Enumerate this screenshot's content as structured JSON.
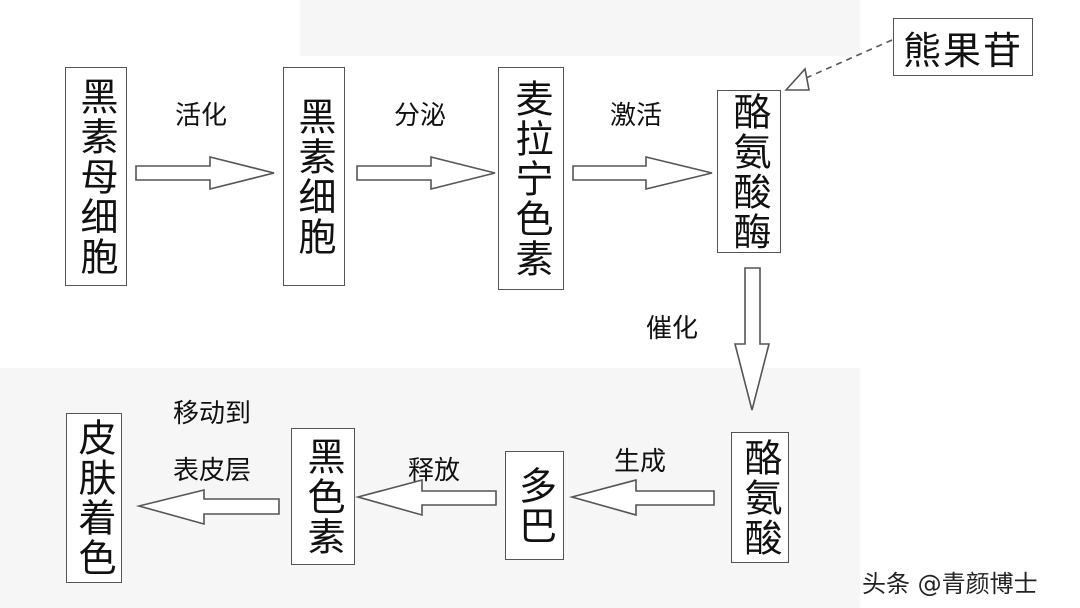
{
  "boxes": {
    "melanoblast": "黑素母细胞",
    "melanocyte": "黑素细胞",
    "melanin_precursor": "麦拉宁色素",
    "tyrosinase": "酪氨酸酶",
    "arbutin": "熊果苷",
    "tyrosine": "酪氨酸",
    "dopa": "多巴",
    "melanin": "黑色素",
    "skin_pigment": "皮肤着色"
  },
  "labels": {
    "activate": "活化",
    "secrete": "分泌",
    "stimulate": "激活",
    "catalyze": "催化",
    "generate": "生成",
    "release": "释放",
    "move_to_line1": "移动到",
    "move_to_line2": "表皮层"
  },
  "watermark": "头条 @青颜博士",
  "colors": {
    "stroke": "#555555",
    "text": "#111111"
  }
}
